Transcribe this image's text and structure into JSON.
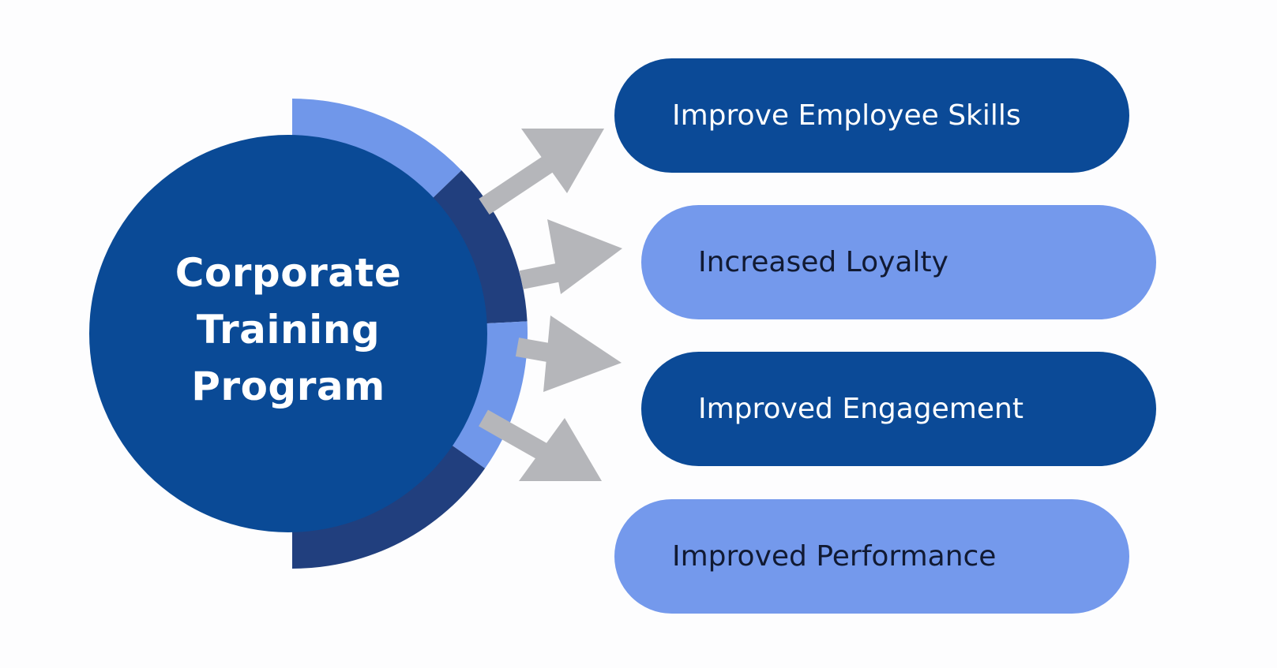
{
  "center": {
    "lines": [
      "Corporate",
      "Training",
      "Program"
    ]
  },
  "outcomes": [
    {
      "label": "Improve Employee Skills",
      "style": "dark"
    },
    {
      "label": "Increased Loyalty",
      "style": "light"
    },
    {
      "label": "Improved Engagement",
      "style": "dark"
    },
    {
      "label": "Improved Performance",
      "style": "light"
    }
  ],
  "colors": {
    "circle": "#0a4a96",
    "ring_dark": "#213f7e",
    "ring_light": "#7097ea",
    "arrow": "#b5b6ba",
    "pill_dark": "#0b4a97",
    "pill_light": "#7499ec"
  }
}
